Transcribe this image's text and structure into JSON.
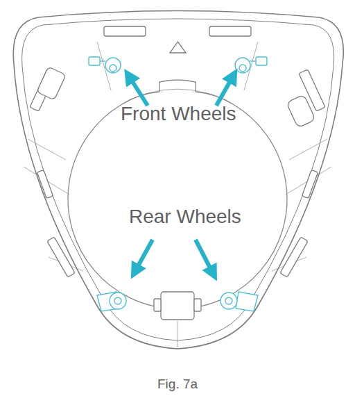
{
  "diagram": {
    "caption": "Fig. 7a",
    "labels": [
      "Front Wheels",
      "Rear Wheels"
    ]
  }
}
